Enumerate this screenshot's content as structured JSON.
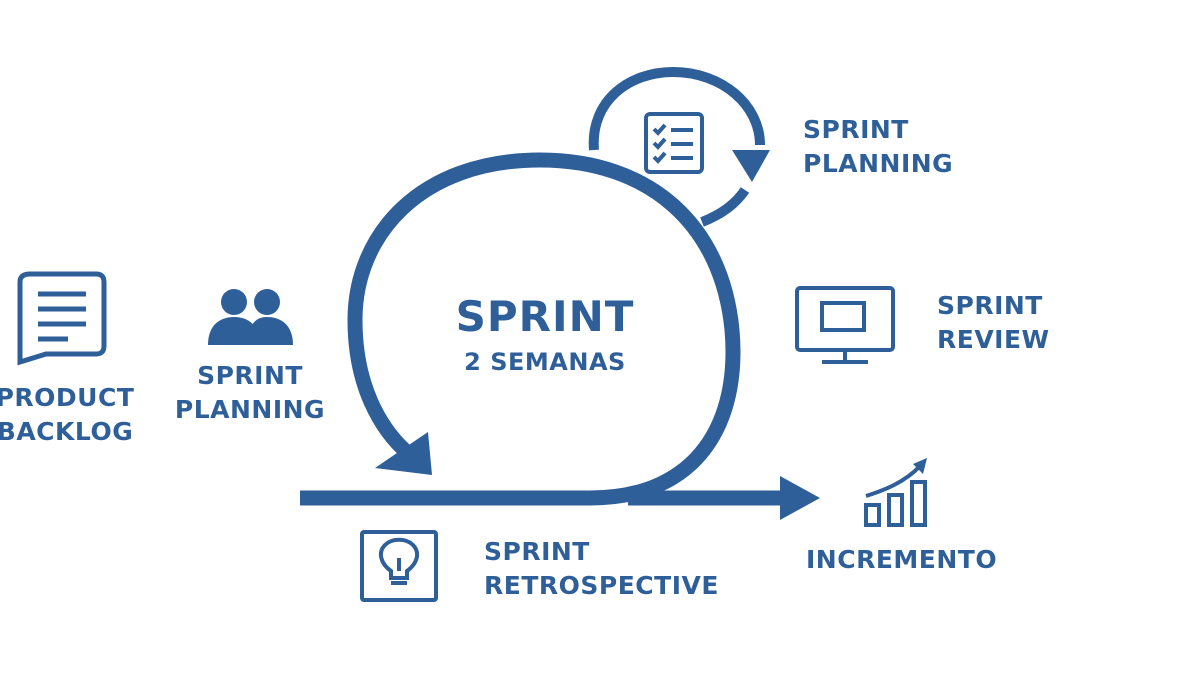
{
  "colors": {
    "primary": "#2e5f99",
    "background": "#ffffff"
  },
  "center": {
    "title": "SPRINT",
    "subtitle": "2 SEMANAS"
  },
  "labels": {
    "product_backlog": [
      "PRODUCT",
      "BACKLOG"
    ],
    "sprint_planning_left": [
      "SPRINT",
      "PLANNING"
    ],
    "sprint_planning_top": [
      "SPRINT",
      "PLANNING"
    ],
    "sprint_review": [
      "SPRINT",
      "REVIEW"
    ],
    "sprint_retrospective": [
      "SPRINT",
      "RETROSPECTIVE"
    ],
    "incremento": "INCREMENTO"
  },
  "icons": {
    "product_backlog": "document-list-icon",
    "sprint_planning_left": "team-icon",
    "sprint_planning_top": "checklist-icon",
    "sprint_review": "monitor-icon",
    "sprint_retrospective": "lightbulb-icon",
    "incremento": "growth-chart-icon"
  }
}
